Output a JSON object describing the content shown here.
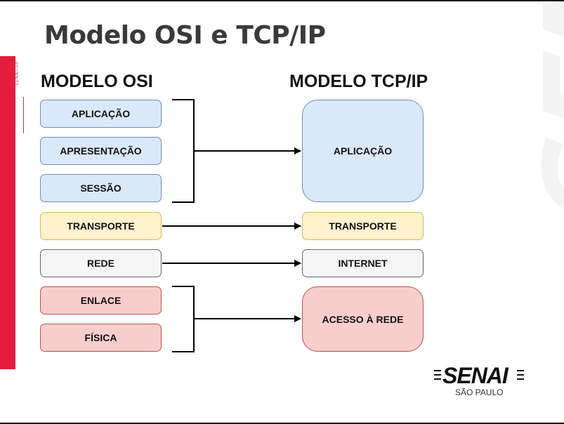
{
  "slide": {
    "title": "Modelo OSI e TCP/IP",
    "side_label": "SENAI-SP",
    "watermark": "SENAI"
  },
  "osi": {
    "heading": "MODELO OSI",
    "layers": [
      {
        "label": "APLICAÇÃO",
        "color": "#dae8fc"
      },
      {
        "label": "APRESENTAÇÃO",
        "color": "#dae8fc"
      },
      {
        "label": "SESSÃO",
        "color": "#dae8fc"
      },
      {
        "label": "TRANSPORTE",
        "color": "#fff2cc"
      },
      {
        "label": "REDE",
        "color": "#f5f5f5"
      },
      {
        "label": "ENLACE",
        "color": "#f8cecc"
      },
      {
        "label": "FÍSICA",
        "color": "#f8cecc"
      }
    ]
  },
  "tcpip": {
    "heading": "MODELO TCP/IP",
    "layers": [
      {
        "label": "APLICAÇÃO",
        "color": "#dae8fc"
      },
      {
        "label": "TRANSPORTE",
        "color": "#fff2cc"
      },
      {
        "label": "INTERNET",
        "color": "#f5f5f5"
      },
      {
        "label": "ACESSO À REDE",
        "color": "#f8cecc"
      }
    ]
  },
  "logo": {
    "name": "SENAI",
    "subtitle": "SÃO PAULO"
  },
  "colors": {
    "accent_red": "#e31d3c",
    "blue_border": "#6c8ebf",
    "yellow_border": "#d6b656",
    "grey_border": "#666666",
    "red_border": "#b85450"
  }
}
